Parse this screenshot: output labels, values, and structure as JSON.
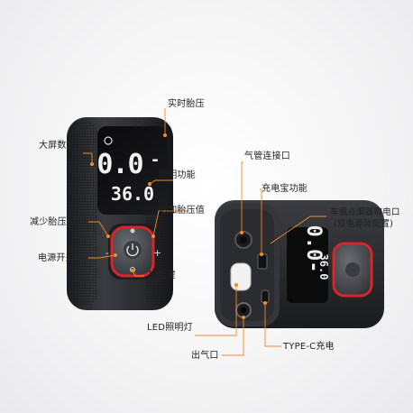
{
  "labels": {
    "realtime_pressure": "实时胎压",
    "big_display": "大屏数显",
    "lighting": "照明功能",
    "increase_pressure": "增加胎压值",
    "decrease_pressure": "减少胎压值",
    "power_switch": "电源开关",
    "function_key": "功能键",
    "led_light": "LED照明灯",
    "air_outlet": "出气口",
    "hose_port": "气管连接口",
    "power_bank": "充电宝功能",
    "car_lighter_line1": "车载点烟器取电口",
    "car_lighter_line2": "(双电源款配置)",
    "typec": "TYPE-C充电"
  },
  "device_front": {
    "display_top": "0.0",
    "display_top_dash": "-",
    "display_bottom": "36.0",
    "plus_symbol": "+",
    "minus_symbol": "-"
  },
  "device_side": {
    "display_value": "0.0-",
    "display_bottom": "36.0"
  },
  "colors": {
    "accent_red": "#d8242a",
    "body_dark": "#2b2d31"
  }
}
